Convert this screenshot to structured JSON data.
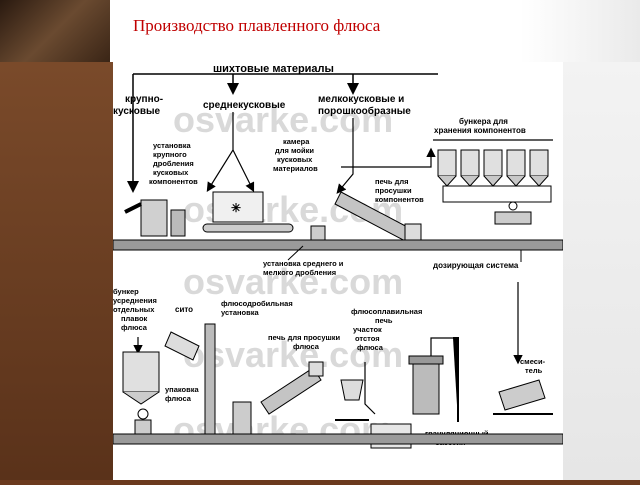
{
  "title": "Производство плавленного флюса",
  "labels": {
    "raw_materials": "шихтовые материалы",
    "coarse_1": "крупно-",
    "coarse_2": "кусковые",
    "medium": "среднекусковые",
    "fine_1": "мелкокусковые и",
    "fine_2": "порошкообразные",
    "bunkers_1": "бункера для",
    "bunkers_2": "хранения компонентов",
    "coarse_crush_1": "установка",
    "coarse_crush_2": "крупного",
    "coarse_crush_3": "дробления",
    "coarse_crush_4": "кусковых",
    "coarse_crush_5": "компонентов",
    "wash_1": "камера",
    "wash_2": "для мойки",
    "wash_3": "кусковых",
    "wash_4": "материалов",
    "dryer_1": "печь для",
    "dryer_2": "просушки",
    "dryer_3": "компонентов",
    "medium_crush_1": "установка среднего и",
    "medium_crush_2": "мелкого дробления",
    "dosing": "дозирующая система",
    "avg_bunker_1": "бункер",
    "avg_bunker_2": "усреднения",
    "avg_bunker_3": "отдельных",
    "avg_bunker_4": "плавок",
    "avg_bunker_5": "флюса",
    "sieve": "сито",
    "flux_crush_1": "флюсодробильная",
    "flux_crush_2": "установка",
    "flux_dryer_1": "печь для просушки",
    "flux_dryer_2": "флюса",
    "settling_1": "участок",
    "settling_2": "отстоя",
    "settling_3": "флюса",
    "smelting_1": "флюсоплавильная",
    "smelting_2": "печь",
    "mixer_1": "смеси-",
    "mixer_2": "тель",
    "packing_1": "упаковка",
    "packing_2": "флюса",
    "granulation_1": "грануляционный",
    "granulation_2": "бассейн"
  },
  "watermark": "osvarke.com"
}
